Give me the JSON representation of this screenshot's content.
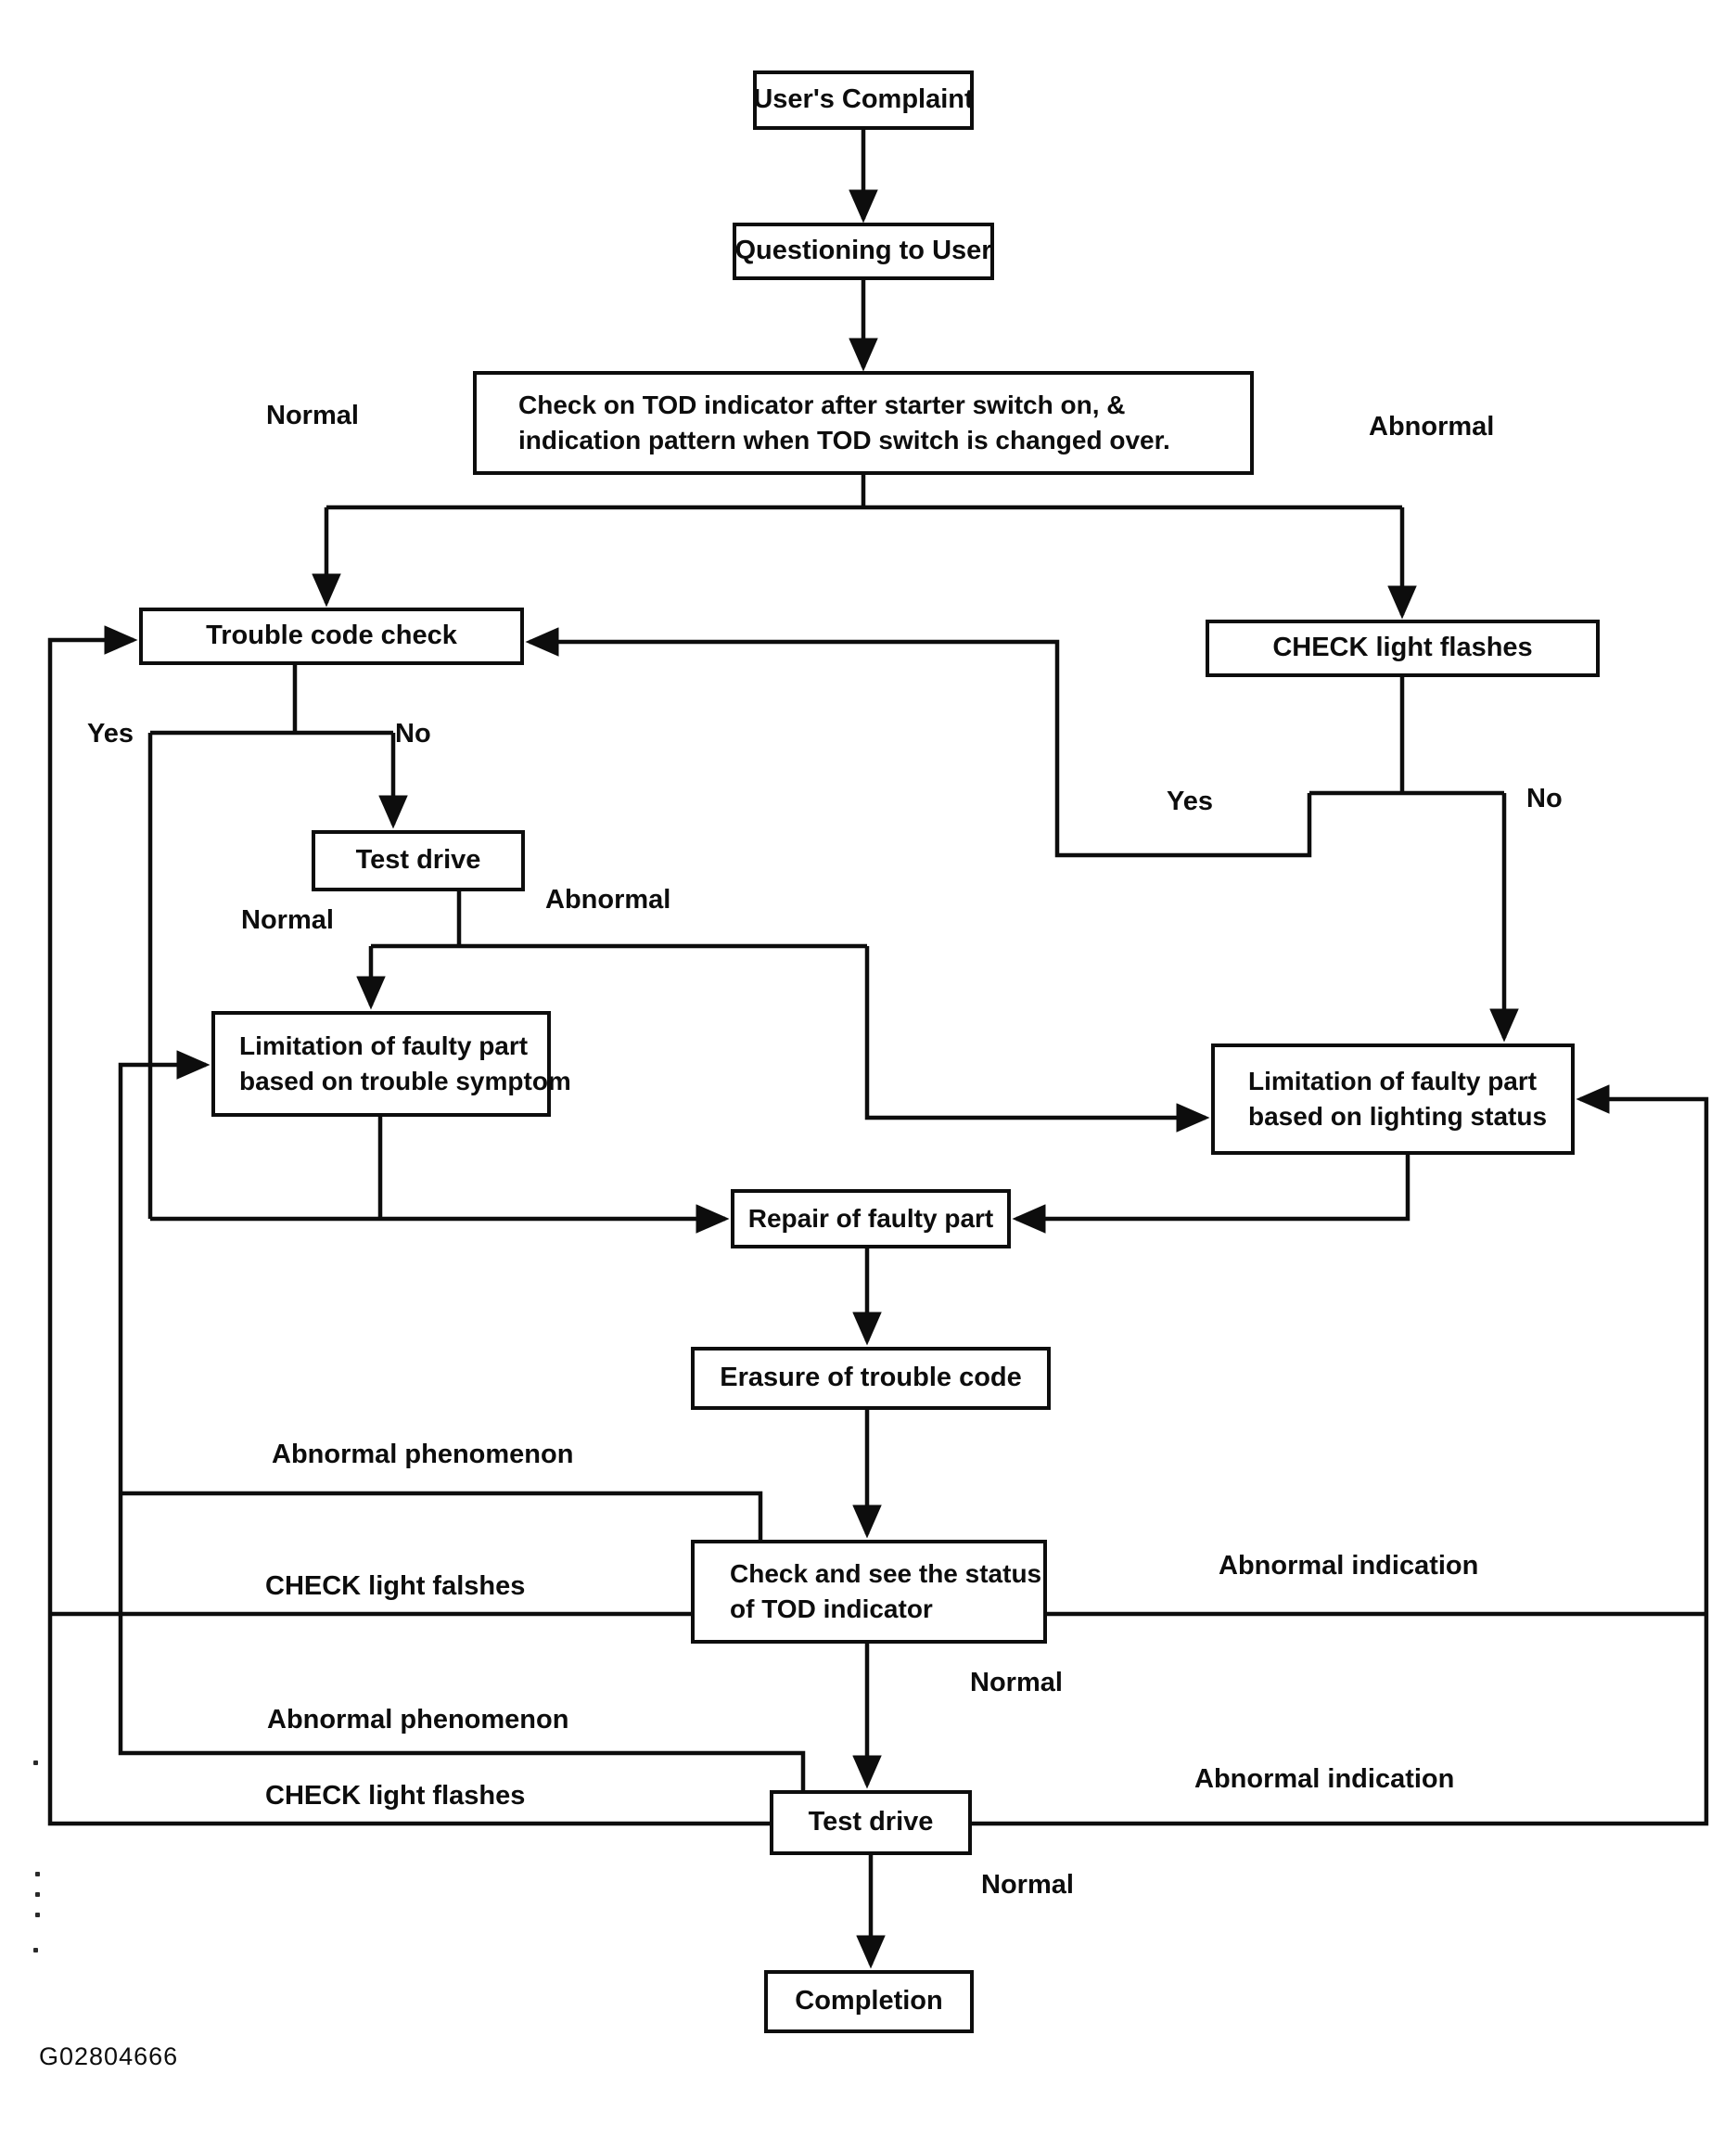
{
  "figure_id": "G02804666",
  "colors": {
    "ink": "#0d0d0d",
    "paper": "#ffffff"
  },
  "nodes": {
    "users_complaint": {
      "label": "User's Complaint"
    },
    "questioning": {
      "label": "Questioning to User"
    },
    "check_tod": {
      "line1": "Check on TOD indicator after starter switch on, &",
      "line2": "indication pattern when TOD switch is changed over."
    },
    "trouble_code_check": {
      "label": "Trouble code check"
    },
    "check_light_flashes": {
      "label": "CHECK light flashes"
    },
    "test_drive_1": {
      "label": "Test drive"
    },
    "limitation_trouble": {
      "line1": "Limitation of faulty part",
      "line2": "based on trouble symptom"
    },
    "limitation_lighting": {
      "line1": "Limitation of faulty part",
      "line2": "based on lighting status"
    },
    "repair": {
      "label": "Repair of faulty part"
    },
    "erasure": {
      "label": "Erasure of trouble code"
    },
    "status_tod": {
      "line1": "Check and see the status",
      "line2": "of TOD indicator"
    },
    "test_drive_2": {
      "label": "Test drive"
    },
    "completion": {
      "label": "Completion"
    }
  },
  "edge_labels": {
    "normal_top": "Normal",
    "abnormal_top": "Abnormal",
    "yes_trouble": "Yes",
    "no_trouble": "No",
    "normal_test1": "Normal",
    "abnormal_test1": "Abnormal",
    "yes_flash": "Yes",
    "no_flash": "No",
    "abnormal_phenomenon_1": "Abnormal phenomenon",
    "check_light_falshes_1": "CHECK light falshes",
    "abnormal_indication_1": "Abnormal indication",
    "normal_status": "Normal",
    "abnormal_phenomenon_2": "Abnormal phenomenon",
    "check_light_flashes_2": "CHECK light flashes",
    "abnormal_indication_2": "Abnormal indication",
    "normal_test2": "Normal"
  }
}
